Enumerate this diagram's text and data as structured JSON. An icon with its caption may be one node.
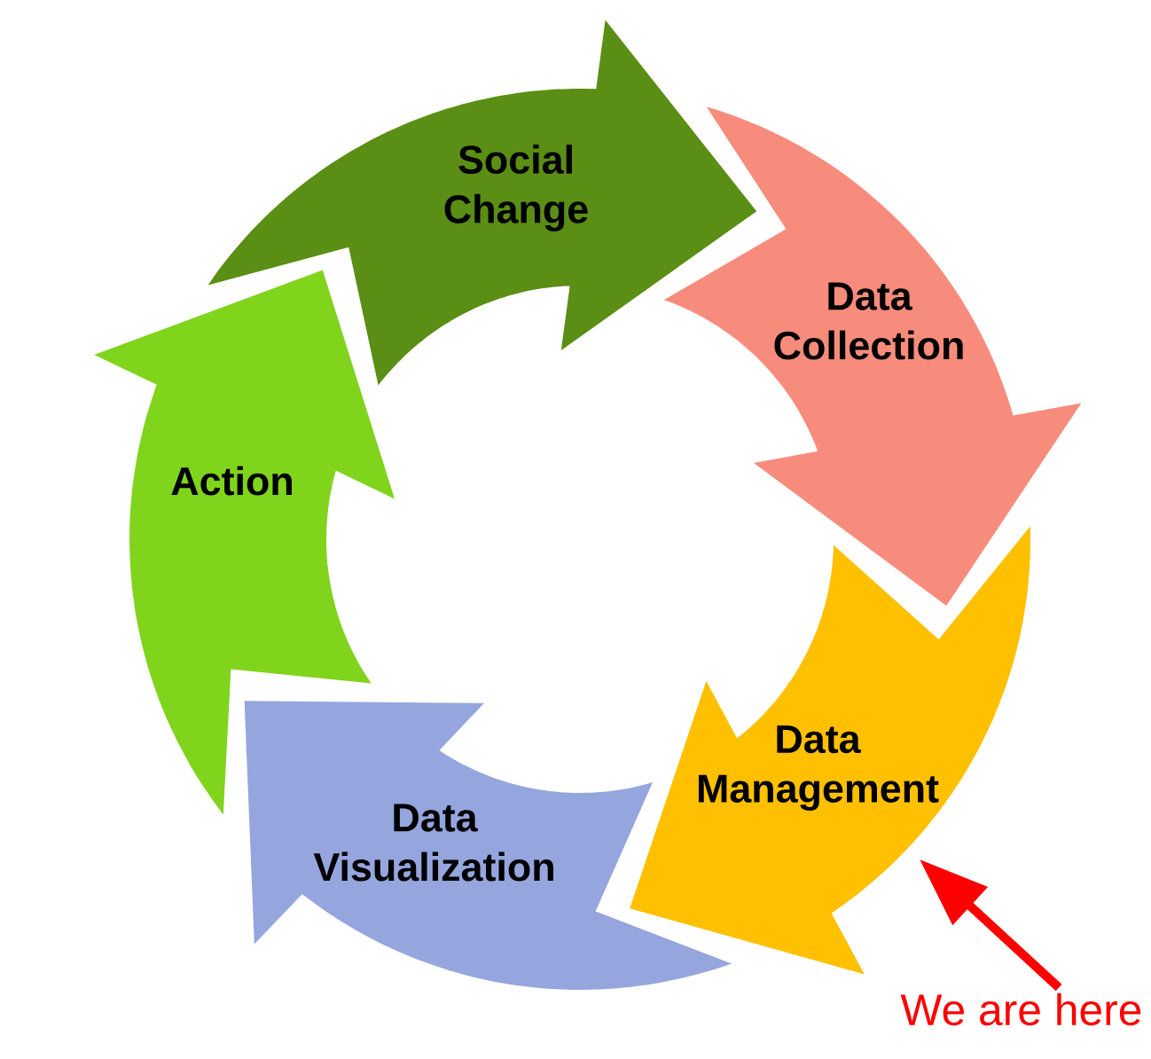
{
  "diagram": {
    "nodes": [
      {
        "text": [
          "Social Change"
        ]
      },
      {
        "text": [
          "Data Collection"
        ]
      },
      {
        "text": [
          "Data Management"
        ]
      },
      {
        "text": [
          "Data Visualization"
        ]
      },
      {
        "text": [
          "Action"
        ]
      },
      {
        "text": [
          "We are here"
        ]
      }
    ],
    "edges": [
      {
        "from": 0,
        "to": 1,
        "arrow": "to"
      },
      {
        "from": 1,
        "to": 2,
        "arrow": "to"
      },
      {
        "from": 2,
        "to": 3,
        "arrow": "to"
      },
      {
        "from": 3,
        "to": 4,
        "arrow": "to"
      },
      {
        "from": 4,
        "to": 0,
        "arrow": "to"
      },
      {
        "from": 5,
        "to": 2,
        "arrow": "to"
      }
    ]
  }
}
